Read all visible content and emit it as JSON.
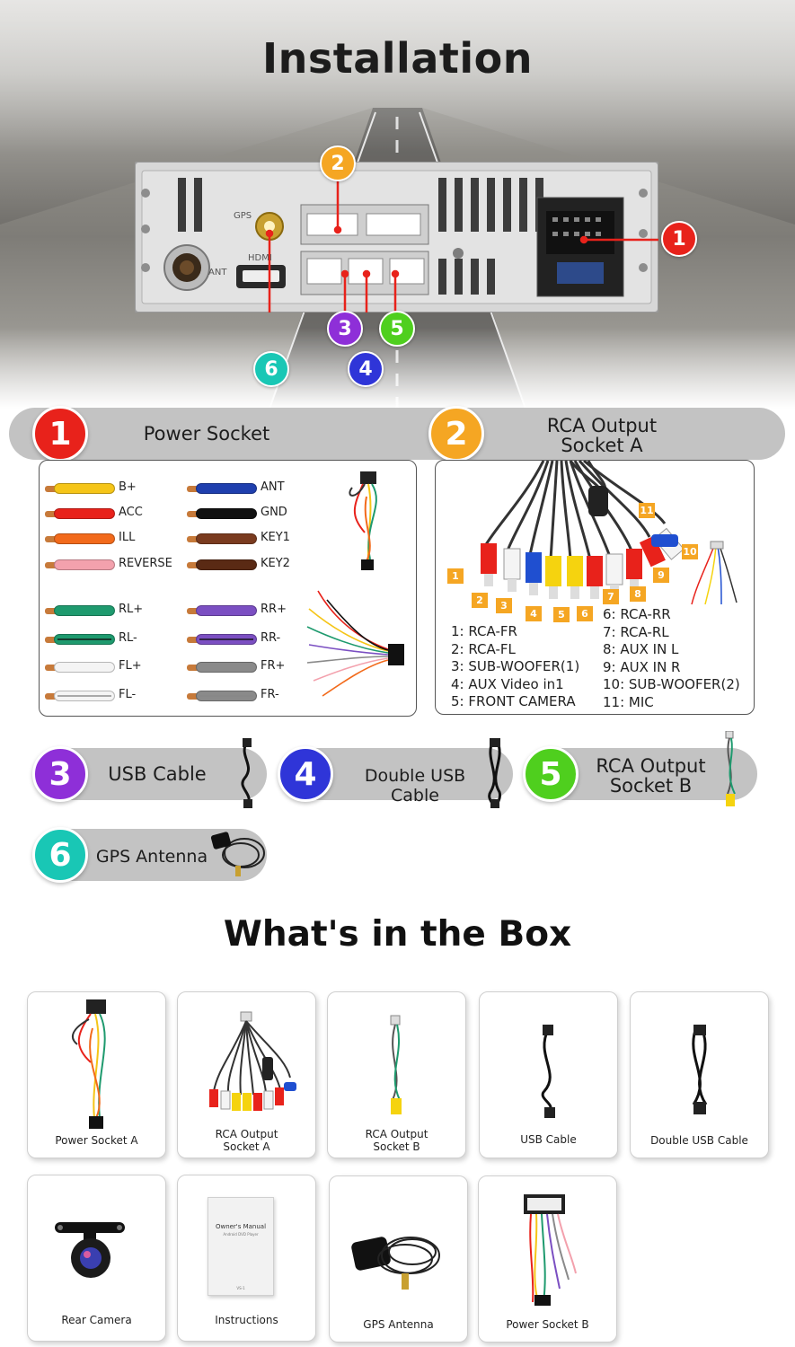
{
  "installation": {
    "title": "Installation",
    "unit_labels": {
      "gps": "GPS",
      "ant": "ANT",
      "hdmi": "HDMI"
    },
    "badges": [
      "1",
      "2",
      "3",
      "4",
      "5",
      "6"
    ]
  },
  "colors": {
    "badge_1": "#e8221b",
    "badge_2": "#f5a623",
    "badge_3": "#8e2fd8",
    "badge_4": "#2f35d8",
    "badge_5": "#4fcf1e",
    "badge_6": "#19c7b5",
    "bar_grey": "#c3c3c3"
  },
  "power_socket": {
    "number": "1",
    "label": "Power Socket",
    "wires_left": [
      {
        "label": "B+",
        "color": "#f5c518"
      },
      {
        "label": "ACC",
        "color": "#e8221b"
      },
      {
        "label": "ILL",
        "color": "#f26a1b"
      },
      {
        "label": "REVERSE",
        "color": "#f3a1ad"
      },
      {
        "label": "RL+",
        "color": "#1e9a6e"
      },
      {
        "label": "RL-",
        "color": "#1e9a6e"
      },
      {
        "label": "FL+",
        "color": "#f4f4f4"
      },
      {
        "label": "FL-",
        "color": "#f4f4f4"
      }
    ],
    "wires_right": [
      {
        "label": "ANT",
        "color": "#1f3fae"
      },
      {
        "label": "GND",
        "color": "#111111"
      },
      {
        "label": "KEY1",
        "color": "#7a3b1f"
      },
      {
        "label": "KEY2",
        "color": "#5a2a14"
      },
      {
        "label": "RR+",
        "color": "#7b4fc2"
      },
      {
        "label": "RR-",
        "color": "#7b4fc2"
      },
      {
        "label": "FR+",
        "color": "#8a8a8a"
      },
      {
        "label": "FR-",
        "color": "#8a8a8a"
      }
    ]
  },
  "rca_a": {
    "number": "2",
    "label_line1": "RCA Output",
    "label_line2": "Socket A",
    "tags": [
      "1",
      "2",
      "3",
      "4",
      "5",
      "6",
      "7",
      "8",
      "9",
      "10",
      "11"
    ],
    "list_left": [
      "1: RCA-FR",
      "2: RCA-FL",
      "3: SUB-WOOFER(1)",
      "4: AUX Video in1",
      "5: FRONT CAMERA"
    ],
    "list_right": [
      "6: RCA-RR",
      "7: RCA-RL",
      "8: AUX IN L",
      "9: AUX IN R",
      "10: SUB-WOOFER(2)",
      "11: MIC"
    ]
  },
  "usb_cable": {
    "number": "3",
    "label": "USB Cable"
  },
  "double_usb": {
    "number": "4",
    "label": "Double USB Cable"
  },
  "rca_b": {
    "number": "5",
    "label_line1": "RCA Output",
    "label_line2": "Socket B"
  },
  "gps_antenna": {
    "number": "6",
    "label": "GPS Antenna"
  },
  "box": {
    "title": "What's in the Box",
    "items": [
      {
        "line1": "Power Socket A",
        "line2": ""
      },
      {
        "line1": "RCA Output",
        "line2": "Socket A"
      },
      {
        "line1": "RCA Output",
        "line2": "Socket B"
      },
      {
        "line1": "USB Cable",
        "line2": ""
      },
      {
        "line1": "Double USB Cable",
        "line2": ""
      },
      {
        "line1": "Rear Camera",
        "line2": ""
      },
      {
        "line1": "Instructions",
        "line2": ""
      },
      {
        "line1": "GPS Antenna",
        "line2": ""
      },
      {
        "line1": "Power Socket B",
        "line2": ""
      }
    ],
    "manual": {
      "title": "Owner's Manual",
      "subtitle": "Android DVD Player",
      "page": "VS-1"
    }
  }
}
